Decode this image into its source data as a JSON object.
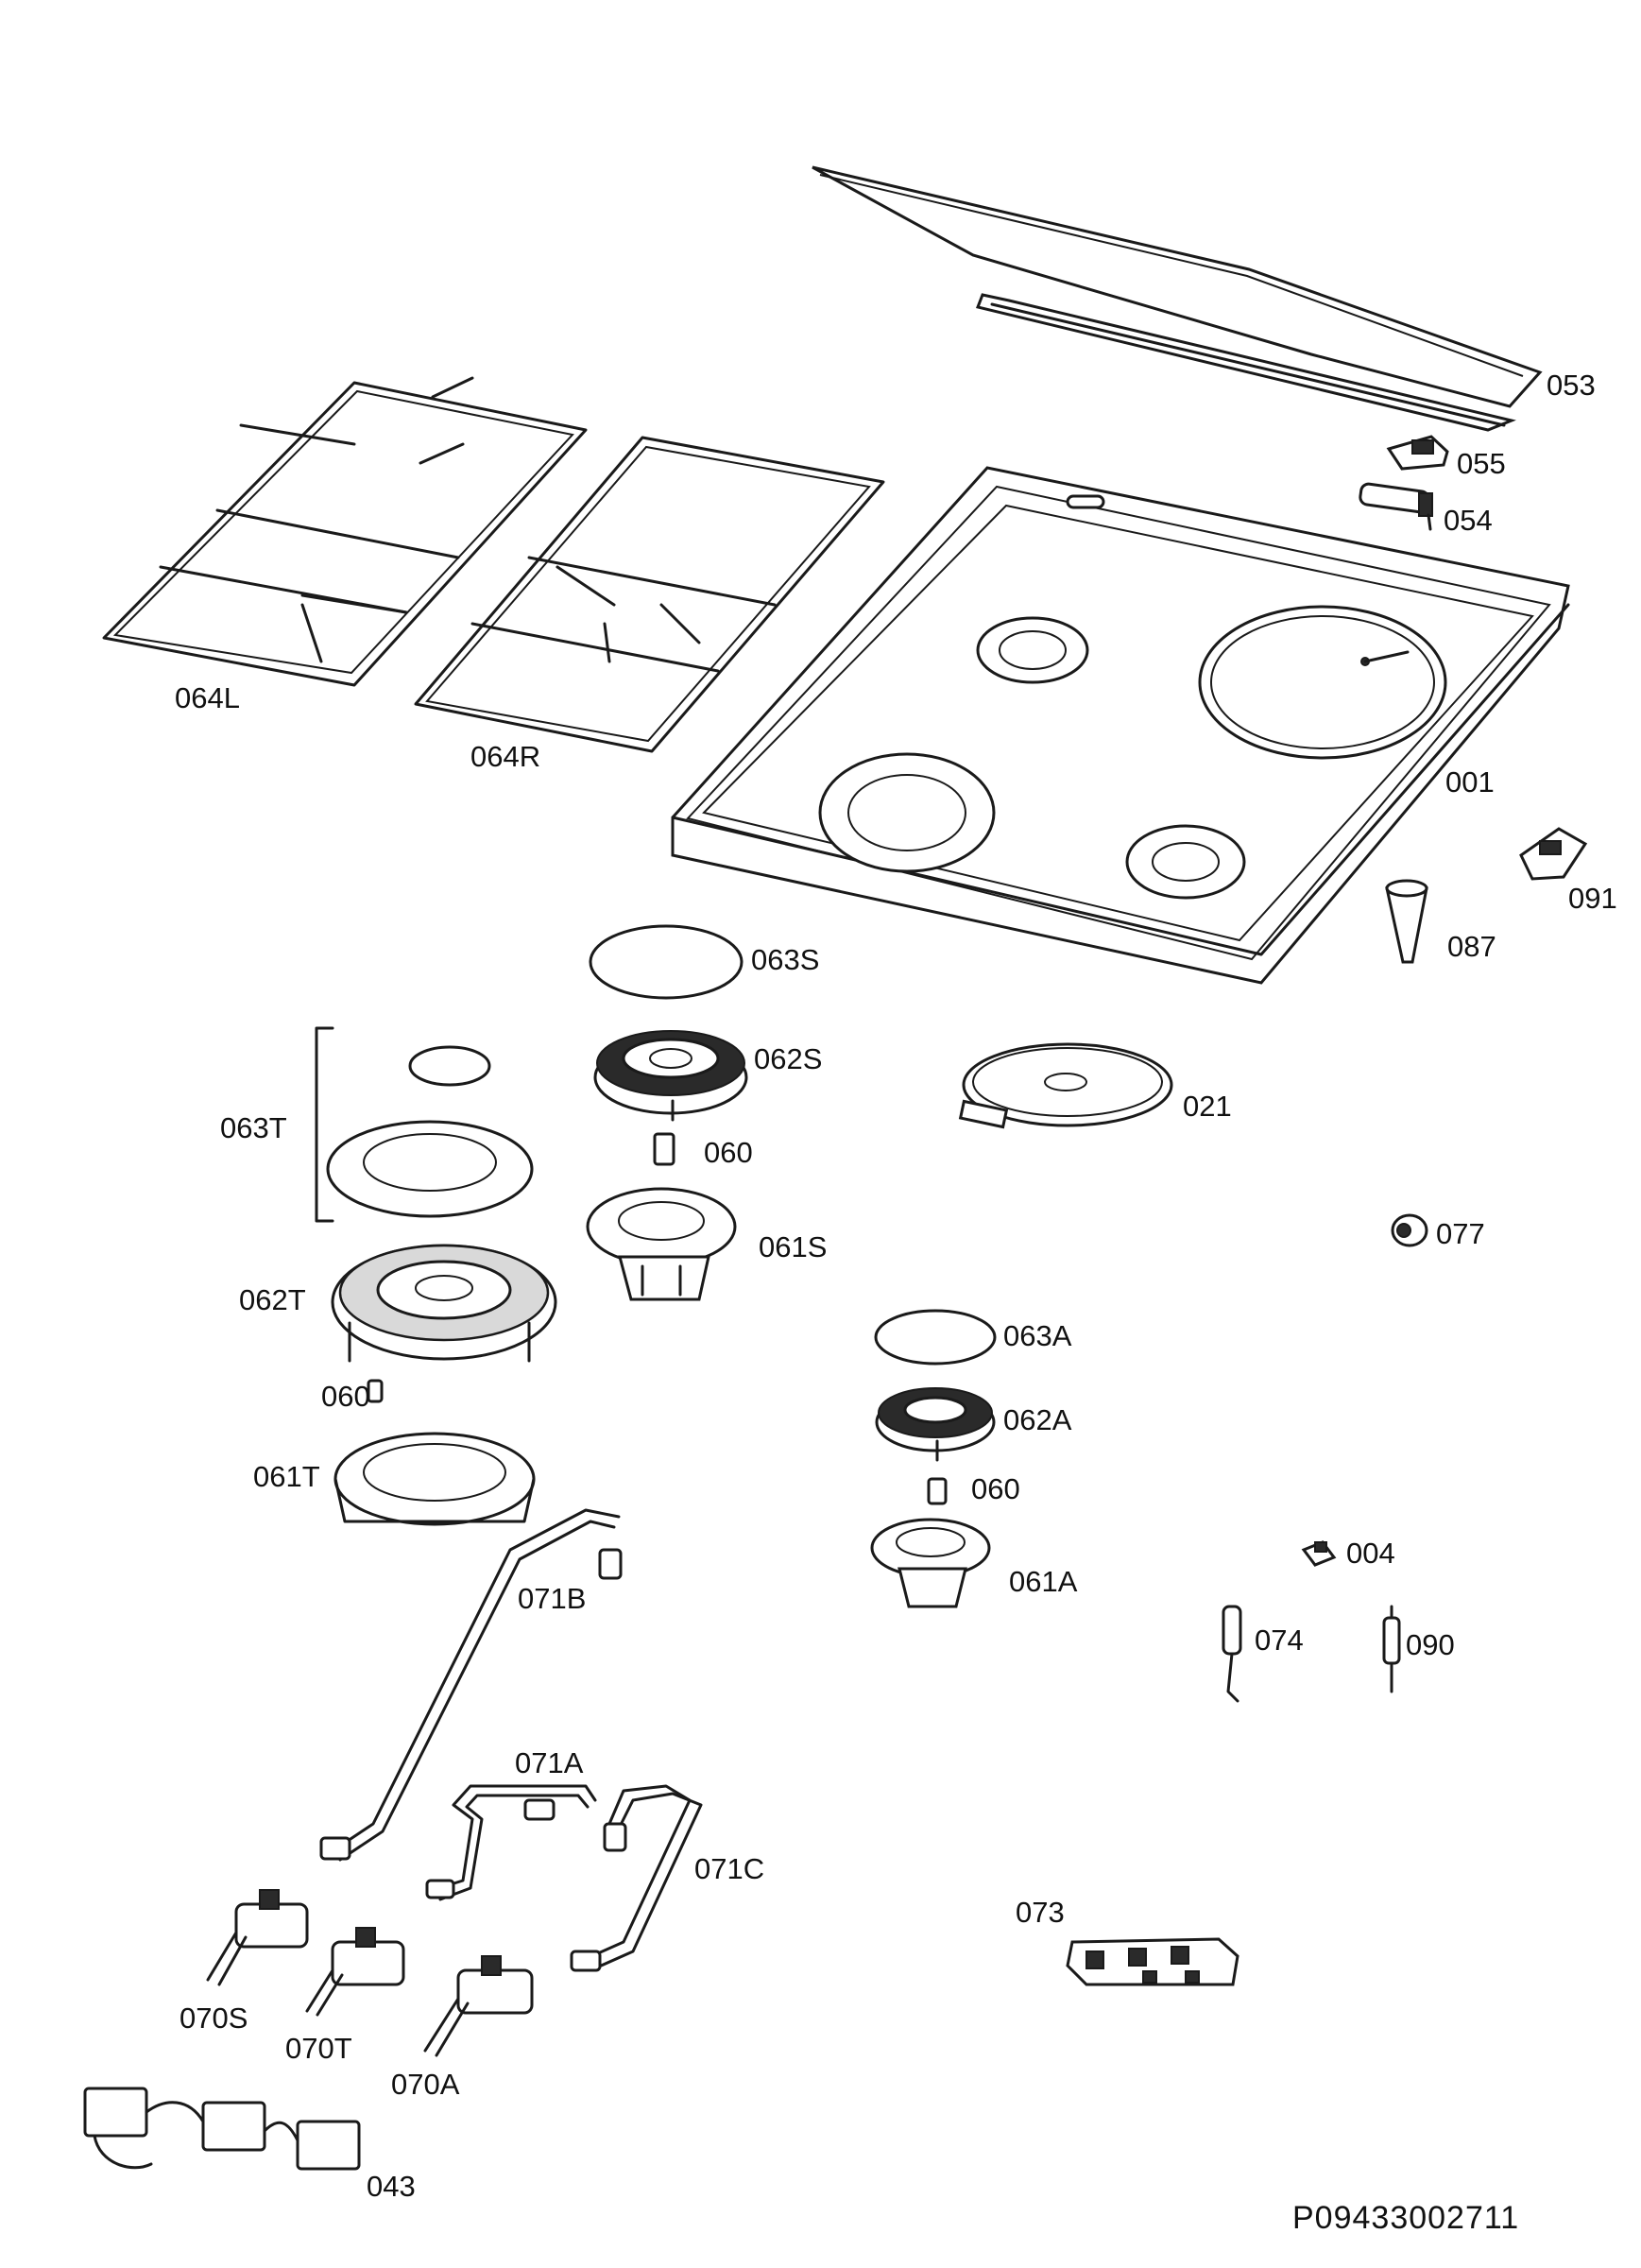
{
  "diagram": {
    "document_id": "P09433002711",
    "parts": [
      {
        "id": "053"
      },
      {
        "id": "055"
      },
      {
        "id": "054"
      },
      {
        "id": "001"
      },
      {
        "id": "091"
      },
      {
        "id": "087"
      },
      {
        "id": "064L"
      },
      {
        "id": "064R"
      },
      {
        "id": "063S"
      },
      {
        "id": "062S"
      },
      {
        "id": "063T"
      },
      {
        "id": "060"
      },
      {
        "id": "061S"
      },
      {
        "id": "021"
      },
      {
        "id": "077"
      },
      {
        "id": "062T"
      },
      {
        "id": "060"
      },
      {
        "id": "063A"
      },
      {
        "id": "061T"
      },
      {
        "id": "062A"
      },
      {
        "id": "060"
      },
      {
        "id": "071B"
      },
      {
        "id": "061A"
      },
      {
        "id": "004"
      },
      {
        "id": "074"
      },
      {
        "id": "090"
      },
      {
        "id": "071A"
      },
      {
        "id": "071C"
      },
      {
        "id": "073"
      },
      {
        "id": "070S"
      },
      {
        "id": "070T"
      },
      {
        "id": "070A"
      },
      {
        "id": "043"
      }
    ]
  }
}
